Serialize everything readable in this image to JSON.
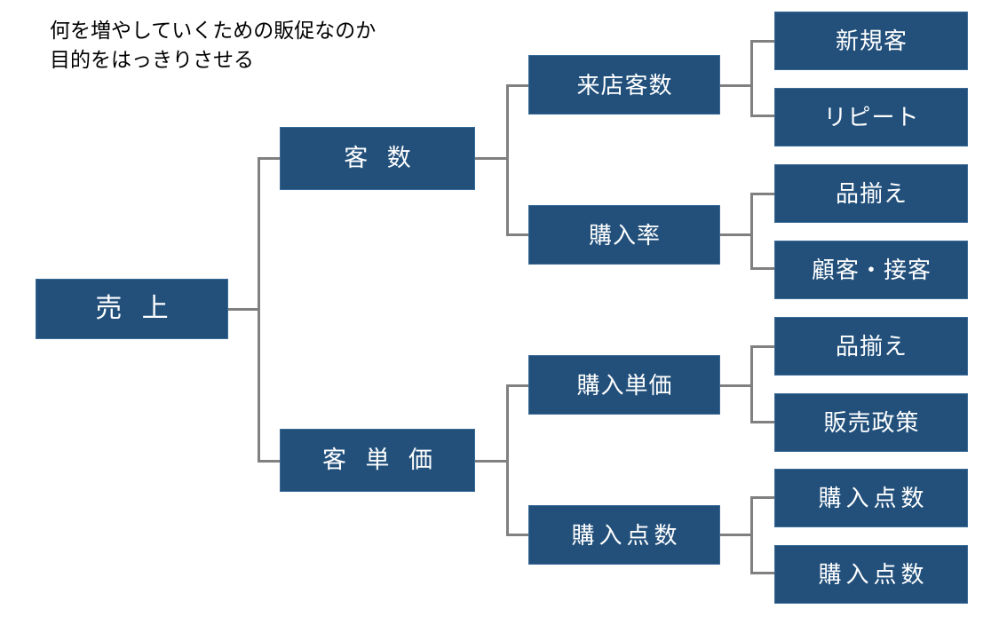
{
  "diagram": {
    "type": "tree",
    "title_lines": "何を増やしていくための販促なのか\n目的をはっきりさせる",
    "colors": {
      "node_fill": "#22507b",
      "node_border": "#3a6a97",
      "node_text": "#ffffff",
      "connector": "#808080",
      "background": "#ffffff",
      "title_text": "#000000"
    },
    "root": {
      "label": "売 上"
    },
    "level2": [
      {
        "label": "客 数"
      },
      {
        "label": "客 単 価"
      }
    ],
    "level3": [
      {
        "label": "来店客数"
      },
      {
        "label": "購入率"
      },
      {
        "label": "購入単価"
      },
      {
        "label": "購入点数"
      }
    ],
    "level4": [
      {
        "label": "新規客"
      },
      {
        "label": "リピート"
      },
      {
        "label": "品揃え"
      },
      {
        "label": "顧客・接客"
      },
      {
        "label": "品揃え"
      },
      {
        "label": "販売政策"
      },
      {
        "label": "購入点数"
      },
      {
        "label": "購入点数"
      }
    ]
  }
}
